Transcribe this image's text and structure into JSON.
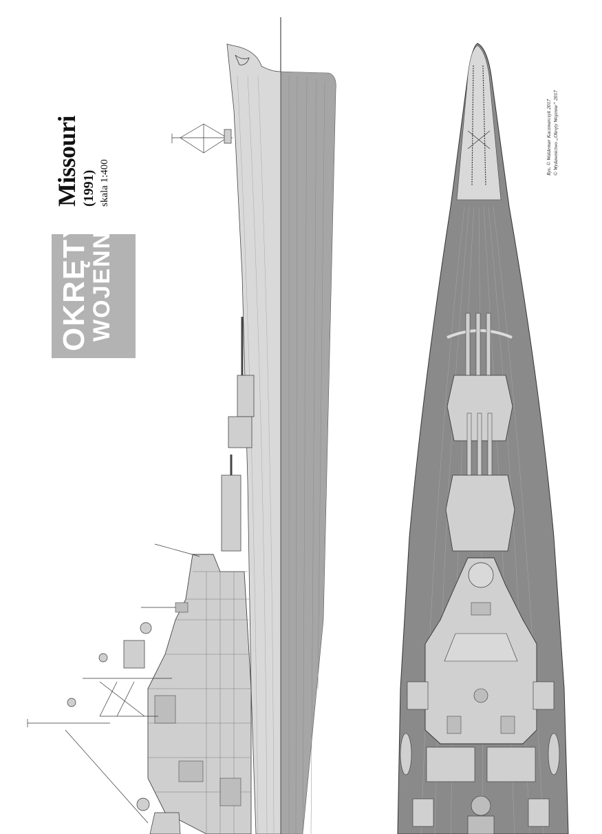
{
  "title": "Missouri",
  "year": "(1991)",
  "scale": "skala 1:400",
  "logo": {
    "line1": "OKRĘTY",
    "line2": "WOJENNE"
  },
  "credits": {
    "author": "Rys. © Waldemar Kaczmarczyk 2017",
    "publisher": "© Wydawnictwo „Okręty Wojenne” 2017"
  },
  "colors": {
    "hull_fill": "#d9d9d9",
    "hull_lines": "#8c8c8c",
    "waterline_area": "#a6a6a6",
    "deck_planking": "#8a8a8a",
    "superstructure": "#cfcfcf",
    "logo_bg": "#b3b3b3",
    "ink": "#111111"
  },
  "views": [
    "side-profile",
    "top-plan"
  ]
}
